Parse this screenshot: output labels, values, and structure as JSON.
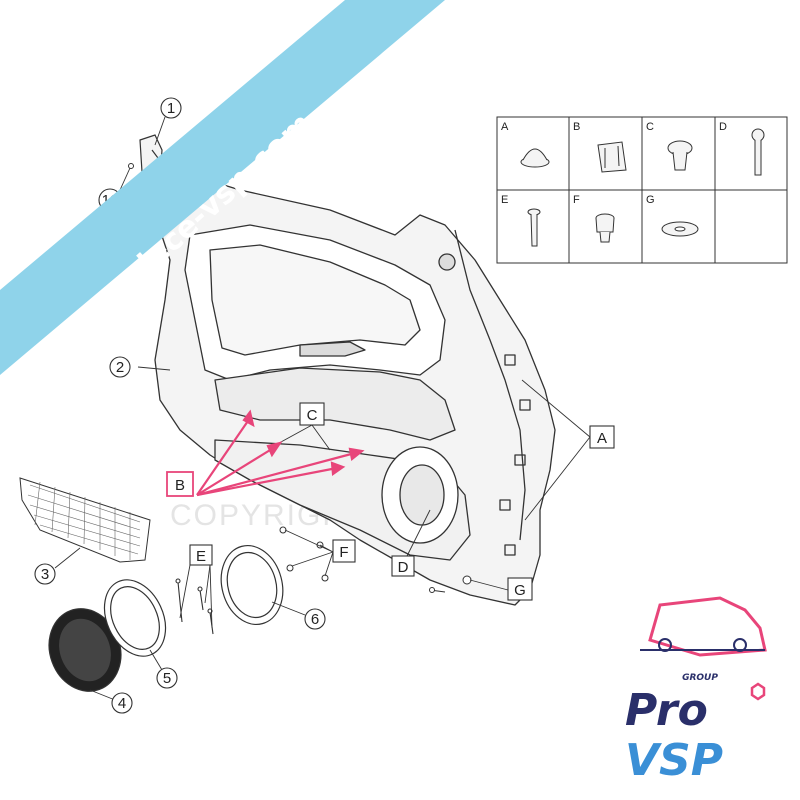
{
  "banner": {
    "text": "pro-piece-vsp.com",
    "color": "#8fd3ea"
  },
  "watermark": {
    "text": "COPYRIGHT PROVSP"
  },
  "callouts": {
    "c1": "1",
    "c2": "2",
    "c3": "3",
    "c4": "4",
    "c5": "5",
    "c6": "6",
    "c10": "10",
    "A": "A",
    "B": "B",
    "C": "C",
    "D": "D",
    "E": "E",
    "F": "F",
    "G": "G"
  },
  "legend": {
    "cells": [
      {
        "letter": "A",
        "icon": "plug-icon"
      },
      {
        "letter": "B",
        "icon": "clip-icon"
      },
      {
        "letter": "C",
        "icon": "push-rivet-icon"
      },
      {
        "letter": "D",
        "icon": "screw-icon"
      },
      {
        "letter": "E",
        "icon": "bolt-icon"
      },
      {
        "letter": "F",
        "icon": "nut-icon"
      },
      {
        "letter": "G",
        "icon": "washer-icon"
      },
      {
        "letter": "",
        "icon": ""
      }
    ]
  },
  "logo": {
    "group": "GROUP",
    "pro": "Pro",
    "vsp": "VSP",
    "pink": "#e8457a",
    "navy": "#2a2f6a",
    "blue": "#3a8fd6"
  },
  "colors": {
    "line": "#333333",
    "highlight": "#e8457a",
    "fill": "#f2f2f2"
  }
}
